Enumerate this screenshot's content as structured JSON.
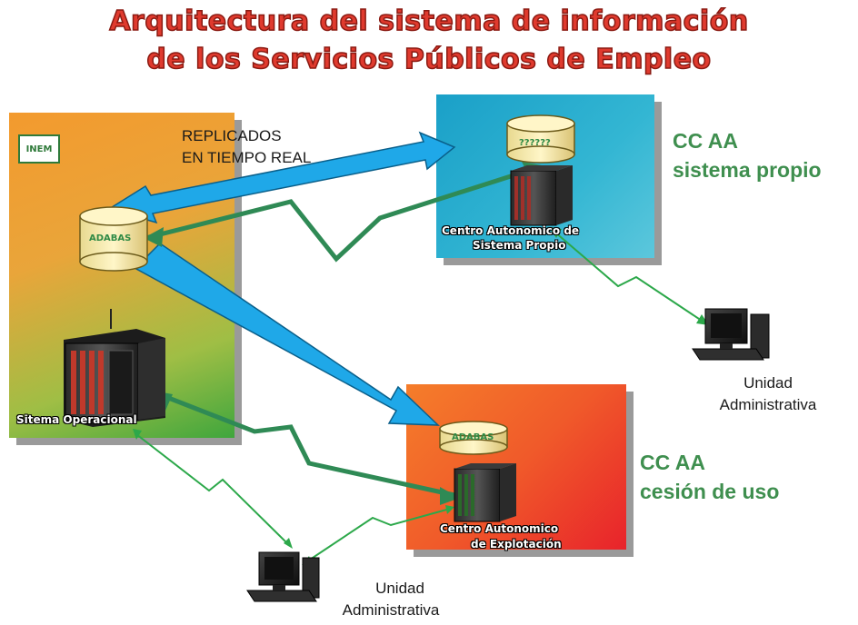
{
  "title": {
    "line1": "Arquitectura del sistema de información",
    "line2": "de los Servicios Públicos de Empleo"
  },
  "inem": {
    "logo": "INEM",
    "db_label": "ADABAS",
    "server_label": "Sitema Operacional"
  },
  "replicated": {
    "line1": "REPLICADOS",
    "line2": "EN TIEMPO REAL"
  },
  "propio": {
    "db_label": "??????",
    "server_line1": "Centro Autonomico de",
    "server_line2": "Sistema Propio",
    "side_line1": "CC AA",
    "side_line2": "sistema propio"
  },
  "cesion": {
    "db_label": "ADABAS",
    "server_line1": "Centro Autonomico",
    "server_line2": "de Explotación",
    "side_line1": "CC AA",
    "side_line2": "cesión de uso"
  },
  "unit_right": {
    "line1": "Unidad",
    "line2": "Administrativa"
  },
  "unit_bottom": {
    "line1": "Unidad",
    "line2": "Administrativa"
  },
  "colors": {
    "title": "#e03a2e",
    "side_label": "#3f8f4f",
    "blue_arrow": "#1fa8e8",
    "green_arrow": "#3a9a5a",
    "green_link": "#2ca84a"
  }
}
